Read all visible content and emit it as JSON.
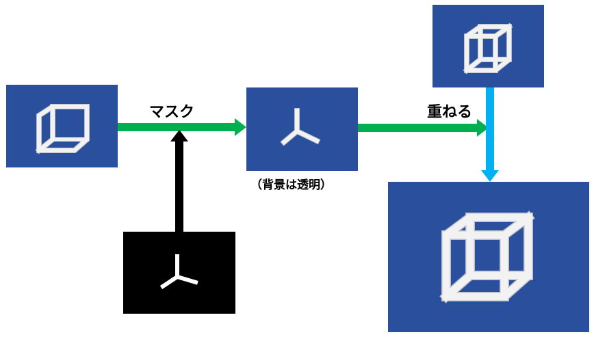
{
  "colors": {
    "panel_blue": "#2a509d",
    "mask_black": "#000000",
    "arrow_green": "#00b050",
    "arrow_black": "#000000",
    "arrow_cyan": "#00b0f0",
    "cube_white": "#f2f2f2",
    "cube_shadow": "#b9bec8"
  },
  "labels": {
    "mask": "マスク",
    "transparent_note": "（背景は透明）",
    "overlay": "重ねる"
  },
  "panels": {
    "source": "partial-cube-image",
    "mask": "tripod-mask-image",
    "masked": "masked-tripod-image",
    "background": "cube-background-image",
    "result": "composited-cube-image"
  }
}
